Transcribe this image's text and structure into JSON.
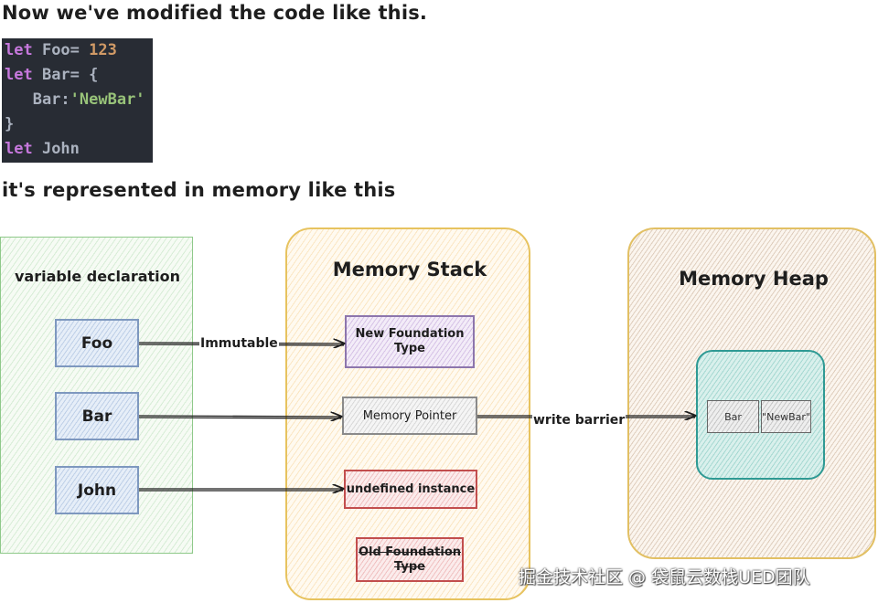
{
  "headings": {
    "modified": "Now we've modified the code like this.",
    "represented": "it's represented in memory like this"
  },
  "code": {
    "line1": {
      "kw": "let",
      "name": " Foo",
      "op": "= ",
      "value": "123"
    },
    "line2": {
      "kw": "let",
      "name": " Bar",
      "op": "= {"
    },
    "line3": {
      "key": "   Bar:",
      "value": "'NewBar'"
    },
    "line4": {
      "text": "}"
    },
    "line5": {
      "kw": "let",
      "name": " John"
    }
  },
  "diagram": {
    "declaration": {
      "title": "variable declaration",
      "items": [
        "Foo",
        "Bar",
        "John"
      ]
    },
    "stack": {
      "title": "Memory Stack",
      "new_foundation_type": "New Foundation Type",
      "memory_pointer": "Memory Pointer",
      "undefined_instance": "undefined instance",
      "old_foundation_type": "Old Foundation Type"
    },
    "heap": {
      "title": "Memory Heap",
      "object_key": "Bar",
      "object_value": "\"NewBar\""
    },
    "edges": {
      "foo_to_stack": "Immutable",
      "pointer_to_heap": "write barrier"
    },
    "colors": {
      "declaration_border": "#8fc98a",
      "stack_border": "#e7c35f",
      "heap_object_border": "#2f9a94",
      "variable_box_border": "#7e98bf",
      "new_type_border": "#8d76ad",
      "undefined_border": "#c24e4e"
    }
  },
  "watermark": "掘金技术社区 @ 袋鼠云数栈UED团队"
}
